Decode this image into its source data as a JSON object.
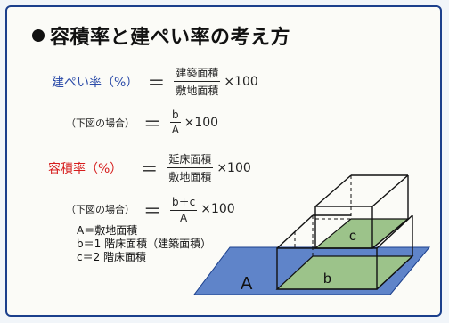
{
  "title": "容積率と建ぺい率の考え方",
  "formulas": {
    "bcr_label": "建ぺい率（%）",
    "bcr_num": "建築面積",
    "bcr_den": "敷地面積",
    "bcr_mult": "×100",
    "ex1_label": "（下図の場合）",
    "ex1_num": "b",
    "ex1_den": "A",
    "ex1_mult": "×100",
    "far_label": "容積率（%）",
    "far_num": "延床面積",
    "far_den": "敷地面積",
    "far_mult": "×100",
    "ex2_label": "（下図の場合）",
    "ex2_num": "b＋c",
    "ex2_den": "A",
    "ex2_mult": "×100",
    "equals": "＝"
  },
  "definitions": [
    "A＝敷地面積",
    "b＝1 階床面積（建築面積）",
    "c＝2 階床面積"
  ],
  "diagram": {
    "label_a": "A",
    "label_b": "b",
    "label_c": "c",
    "colors": {
      "site": "#5f84c9",
      "floor": "#9cc38a",
      "frame": "#111111",
      "border": "#1b3f8c"
    }
  }
}
